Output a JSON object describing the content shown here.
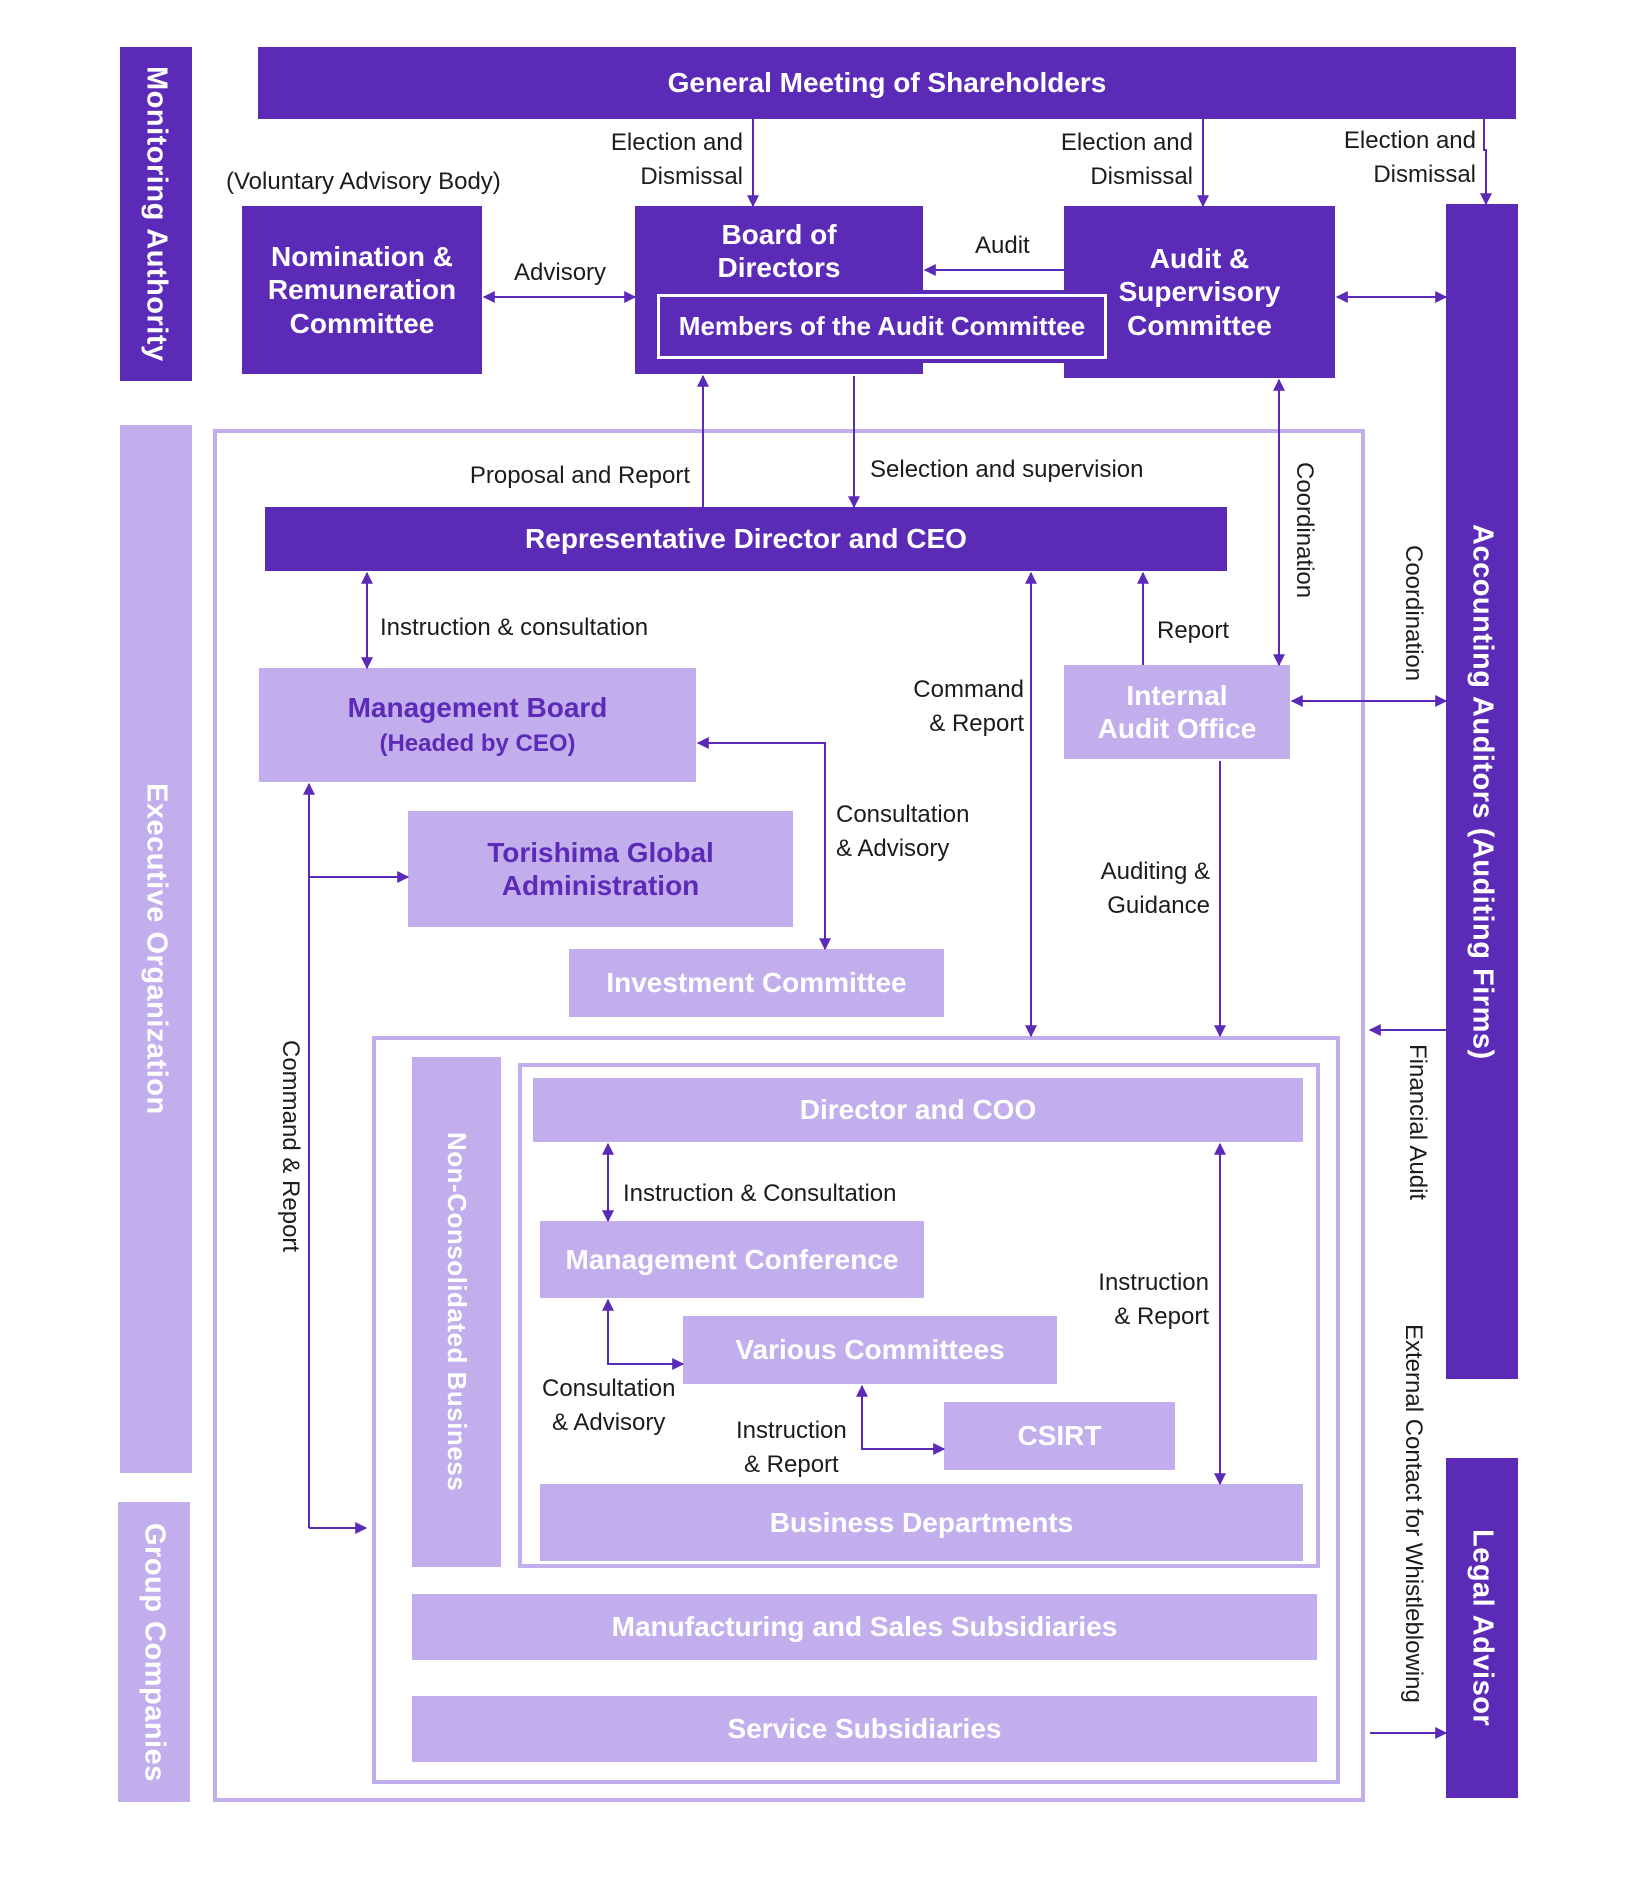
{
  "bands": {
    "monitoring": "Monitoring Authority",
    "executive": "Executive Organization",
    "group": "Group Companies",
    "accounting": "Accounting Auditors (Auditing Firms)",
    "legal": "Legal Advisor"
  },
  "boxes": {
    "gms": "General Meeting of Shareholders",
    "voluntary_note": "(Voluntary Advisory Body)",
    "nomination": "Nomination & Remuneration Committee",
    "board": "Board of Directors",
    "audit_members": "Members of the Audit Committee",
    "audit_supervisory": "Audit & Supervisory Committee",
    "ceo": "Representative Director and CEO",
    "mgmt_board": "Management Board",
    "mgmt_board_sub": "(Headed by CEO)",
    "internal_audit": "Internal Audit Office",
    "torishima": "Torishima Global Administration",
    "investment": "Investment Committee",
    "non_consolidated": "Non-Consolidated Business",
    "coo": "Director and COO",
    "mgmt_conf": "Management Conference",
    "various": "Various Committees",
    "csirt": "CSIRT",
    "business_depts": "Business Departments",
    "mfg_sales": "Manufacturing and Sales Subsidiaries",
    "service": "Service Subsidiaries"
  },
  "labels": {
    "elect1a": "Election and",
    "elect1b": "Dismissal",
    "elect2a": "Election and",
    "elect2b": "Dismissal",
    "elect3a": "Election and",
    "elect3b": "Dismissal",
    "advisory": "Advisory",
    "audit": "Audit",
    "proposal": "Proposal and Report",
    "selection": "Selection and supervision",
    "coordination1": "Coordination",
    "coordination2": "Coordination",
    "instr_consult": "Instruction & consultation",
    "report": "Report",
    "command_a": "Command",
    "command_b": "& Report",
    "consult1a": "Consultation",
    "consult1b": "& Advisory",
    "auditing_a": "Auditing &",
    "auditing_b": "Guidance",
    "command_report_v": "Command & Report",
    "financial_audit": "Financial Audit",
    "instr_consult2": "Instruction & Consultation",
    "instr_report1a": "Instruction",
    "instr_report1b": "& Report",
    "consult2a": "Consultation",
    "consult2b": "& Advisory",
    "instr_report2a": "Instruction",
    "instr_report2b": "& Report",
    "whistleblowing": "External Contact for Whistleblowing"
  },
  "colors": {
    "dark": "#5b2bb8",
    "light": "#c2aeed",
    "arrow": "#5b2bb8"
  }
}
